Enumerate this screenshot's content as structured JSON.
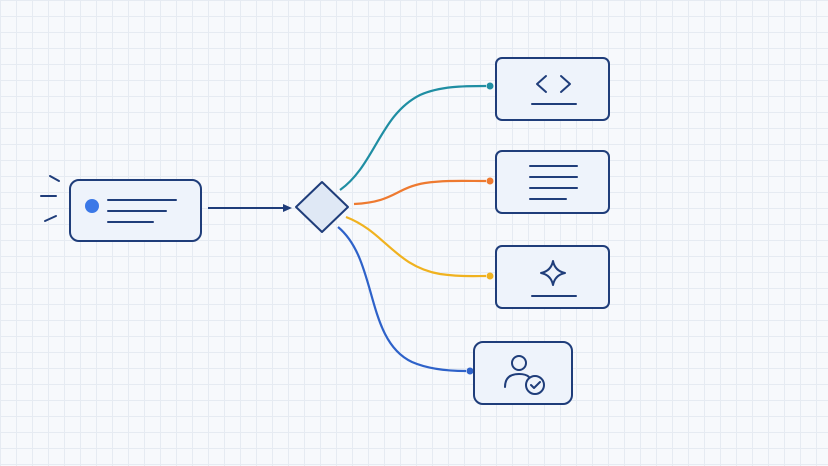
{
  "diagram": {
    "nodes": [
      {
        "id": "trigger",
        "kind": "input-message",
        "icon": "message-lines-icon"
      },
      {
        "id": "router",
        "kind": "decision-diamond",
        "icon": "diamond-icon"
      },
      {
        "id": "code",
        "kind": "output-card",
        "icon": "code-brackets-icon"
      },
      {
        "id": "text",
        "kind": "output-card",
        "icon": "text-lines-icon"
      },
      {
        "id": "ai",
        "kind": "output-card",
        "icon": "sparkle-icon"
      },
      {
        "id": "human",
        "kind": "output-card",
        "icon": "user-check-icon"
      }
    ],
    "edges": [
      {
        "from": "trigger",
        "to": "router"
      },
      {
        "from": "router",
        "to": "code"
      },
      {
        "from": "router",
        "to": "text"
      },
      {
        "from": "router",
        "to": "ai"
      },
      {
        "from": "router",
        "to": "human"
      }
    ],
    "colors": {
      "node_stroke": "#1f3d7a",
      "node_fill": "#eef3fb",
      "trigger_dot": "#3b78e7",
      "edge_main": "#1f3d7a",
      "edge_code": "#1f8ea3",
      "edge_text": "#ee7a30",
      "edge_ai": "#f0b21f",
      "edge_human": "#2e62c9",
      "background": "#f7f9fc",
      "grid": "#e6ebf2"
    }
  }
}
